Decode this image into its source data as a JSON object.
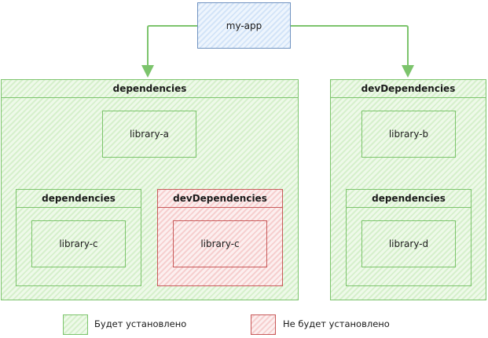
{
  "root": {
    "label": "my-app"
  },
  "left_group": {
    "title": "dependencies",
    "top_node": "library-a",
    "sub_deps": {
      "title": "dependencies",
      "node": "library-c"
    },
    "sub_dev": {
      "title": "devDependencies",
      "node": "library-c"
    }
  },
  "right_group": {
    "title": "devDependencies",
    "top_node": "library-b",
    "sub_deps": {
      "title": "dependencies",
      "node": "library-d"
    }
  },
  "legend": {
    "installed": "Будет установлено",
    "not_installed": "Не будет установлено"
  },
  "colors": {
    "installed": "#7cc46c",
    "not_installed": "#c85a5a",
    "root": "#6f92c0"
  }
}
